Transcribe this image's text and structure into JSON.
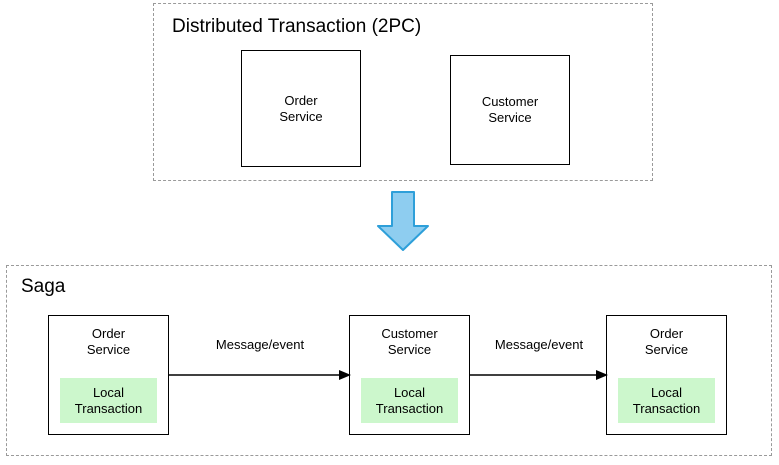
{
  "diagram": {
    "title_2pc": "Distributed Transaction (2PC)",
    "title_saga": "Saga",
    "colors": {
      "local_transaction_fill": "#ccf7cc",
      "arrow_fill": "#8ecdf0",
      "arrow_stroke": "#2e9fd9",
      "box_stroke": "#000000",
      "group_stroke": "#9a9a9a"
    },
    "two_pc": {
      "services": [
        {
          "name": "Order\nService"
        },
        {
          "name": "Customer\nService"
        }
      ]
    },
    "transition_arrow": {
      "direction": "down",
      "icon": "down-arrow-icon"
    },
    "saga": {
      "steps": [
        {
          "service": "Order\nService",
          "local_transaction": "Local\nTransaction"
        },
        {
          "service": "Customer\nService",
          "local_transaction": "Local\nTransaction"
        },
        {
          "service": "Order\nService",
          "local_transaction": "Local\nTransaction"
        }
      ],
      "connectors": [
        {
          "label": "Message/event"
        },
        {
          "label": "Message/event"
        }
      ]
    }
  }
}
